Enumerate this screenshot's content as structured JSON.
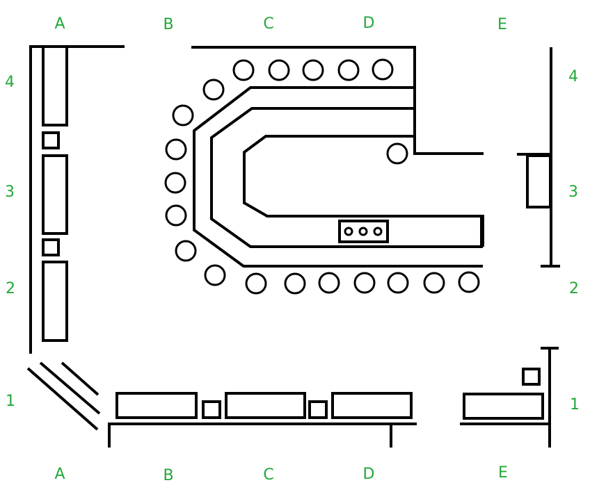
{
  "grid": {
    "columns_top": [
      "A",
      "B",
      "C",
      "D",
      "E"
    ],
    "columns_bottom": [
      "A",
      "B",
      "C",
      "D",
      "E"
    ],
    "rows_left": [
      "4",
      "3",
      "2",
      "1"
    ],
    "rows_right": [
      "4",
      "3",
      "2",
      "1"
    ]
  },
  "colors": {
    "label": "#22a83a",
    "line": "#000000",
    "background": "#ffffff"
  }
}
